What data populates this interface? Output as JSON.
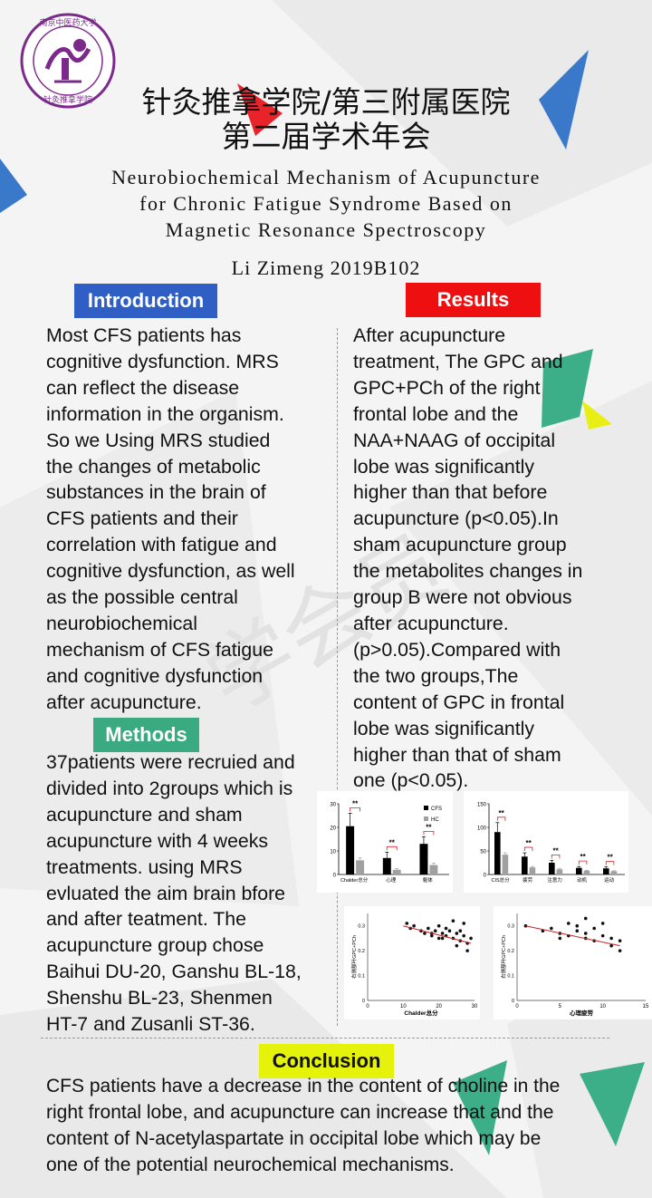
{
  "header": {
    "logo_icon": "university-seal-icon",
    "logo_text_top": "南京中医药大学",
    "logo_text_bottom": "针灸推拿学院",
    "title_cn_line1": "针灸推拿学院/第三附属医院",
    "title_cn_line2": "第二届学术年会",
    "title_en_line1": "Neurobiochemical Mechanism of Acupuncture",
    "title_en_line2": "for Chronic Fatigue Syndrome Based on",
    "title_en_line3": "Magnetic Resonance Spectroscopy",
    "author": "Li Zimeng 2019B102"
  },
  "introduction": {
    "label": "Introduction",
    "color": "#2f5fc4",
    "lines": [
      "Most CFS patients has",
      "cognitive dysfunction. MRS",
      "can reflect the disease",
      "information in the organism.",
      "So we Using MRS studied",
      "the changes of metabolic",
      "substances in the brain of",
      "CFS patients and their",
      "correlation with fatigue and",
      "cognitive dysfunction, as well",
      "as the possible central",
      "neurobiochemical",
      "mechanism of CFS fatigue",
      "and cognitive dysfunction",
      "after acupuncture."
    ]
  },
  "methods": {
    "label": "Methods",
    "color": "#3aaa82",
    "lines": [
      "37patients were recruied and",
      "divided into 2groups which is",
      "acupuncture and sham",
      "acupuncture with 4 weeks",
      "treatments. using MRS",
      "evluated the aim brain bfore",
      "and after teatment. The",
      "acupuncture group chose",
      "Baihui DU-20, Ganshu BL-18,",
      "Shenshu BL-23, Shenmen",
      "HT-7 and Zusanli ST-36."
    ]
  },
  "results": {
    "label": "Results",
    "color": "#ee1010",
    "lines": [
      "After acupuncture",
      "treatment, The GPC and",
      "GPC+PCh of the right",
      "frontal lobe and the",
      "NAA+NAAG of occipital",
      "lobe was significantly",
      "higher than that before",
      "acupuncture (p<0.05).In",
      "sham acupuncture group",
      "the metabolites changes in",
      "group B were not obvious",
      "after acupuncture.",
      "(p>0.05).Compared with",
      "the two groups,The",
      "content of GPC in frontal",
      "lobe was significantly",
      "higher than that of sham",
      "one (p<0.05)."
    ]
  },
  "conclusion": {
    "label": "Conclusion",
    "color": "#e5f20a",
    "lines": [
      "CFS patients have a decrease in the content of choline in the",
      "right frontal lobe, and acupuncture can increase that and the",
      "content of N-acetylaspartate in occipital lobe which may be",
      "one of the potential neurochemical mechanisms."
    ]
  },
  "chart_data": [
    {
      "type": "bar",
      "categories": [
        "Chalder总分",
        "心理",
        "躯体"
      ],
      "series": [
        {
          "name": "CFS",
          "values": [
            20.5,
            7,
            13
          ],
          "errors": [
            5.5,
            2.5,
            3
          ],
          "color": "#000000"
        },
        {
          "name": "HC",
          "values": [
            6,
            2,
            4
          ],
          "errors": [
            1,
            0.5,
            0.8
          ],
          "color": "#a0a0a0"
        }
      ],
      "significance": [
        "**",
        "**",
        "**"
      ],
      "yticks": [
        0,
        10,
        20,
        30
      ],
      "ylim": [
        0,
        30
      ],
      "legend": "top-right"
    },
    {
      "type": "bar",
      "categories": [
        "CIS总分",
        "疲劳",
        "注意力",
        "动机",
        "运动"
      ],
      "series": [
        {
          "name": "CFS",
          "values": [
            90,
            38,
            25,
            14,
            13
          ],
          "errors": [
            20,
            8,
            5,
            3,
            3
          ],
          "color": "#000000"
        },
        {
          "name": "HC",
          "values": [
            42,
            15,
            11,
            8,
            7
          ],
          "errors": [
            4,
            2,
            2,
            1,
            1
          ],
          "color": "#a0a0a0"
        }
      ],
      "significance": [
        "**",
        "**",
        "**",
        "**",
        "**"
      ],
      "yticks": [
        0,
        50,
        100,
        150
      ],
      "ylim": [
        0,
        150
      ]
    },
    {
      "type": "scatter",
      "xlabel": "Chalder总分",
      "ylabel": "右侧额叶GPC+PCh",
      "xticks": [
        0,
        10,
        20,
        30
      ],
      "yticks": [
        0,
        0.1,
        0.2,
        0.3
      ],
      "xlim": [
        0,
        30
      ],
      "ylim": [
        0,
        0.35
      ],
      "points": [
        [
          11,
          0.31
        ],
        [
          12,
          0.29
        ],
        [
          13,
          0.3
        ],
        [
          15,
          0.28
        ],
        [
          16,
          0.27
        ],
        [
          17,
          0.29
        ],
        [
          18,
          0.26
        ],
        [
          19,
          0.28
        ],
        [
          20,
          0.25
        ],
        [
          20,
          0.3
        ],
        [
          21,
          0.27
        ],
        [
          22,
          0.26
        ],
        [
          22,
          0.29
        ],
        [
          23,
          0.28
        ],
        [
          24,
          0.25
        ],
        [
          24,
          0.32
        ],
        [
          25,
          0.27
        ],
        [
          25,
          0.22
        ],
        [
          26,
          0.24
        ],
        [
          27,
          0.26
        ],
        [
          27,
          0.31
        ],
        [
          28,
          0.23
        ],
        [
          28,
          0.2
        ],
        [
          29,
          0.25
        ],
        [
          26,
          0.28
        ],
        [
          18,
          0.27
        ],
        [
          21,
          0.25
        ]
      ],
      "trend": [
        [
          10,
          0.3
        ],
        [
          29,
          0.23
        ]
      ],
      "trend_color": "#cc2222"
    },
    {
      "type": "scatter",
      "xlabel": "心理疲劳",
      "ylabel": "右侧额叶GPC+PCh",
      "xticks": [
        0,
        5,
        10,
        15
      ],
      "yticks": [
        0,
        0.1,
        0.2,
        0.3
      ],
      "xlim": [
        0,
        15
      ],
      "ylim": [
        0,
        0.35
      ],
      "points": [
        [
          1,
          0.3
        ],
        [
          3,
          0.28
        ],
        [
          4,
          0.29
        ],
        [
          5,
          0.27
        ],
        [
          6,
          0.31
        ],
        [
          6,
          0.26
        ],
        [
          7,
          0.28
        ],
        [
          7,
          0.3
        ],
        [
          8,
          0.25
        ],
        [
          8,
          0.27
        ],
        [
          9,
          0.29
        ],
        [
          9,
          0.24
        ],
        [
          10,
          0.26
        ],
        [
          10,
          0.31
        ],
        [
          11,
          0.25
        ],
        [
          11,
          0.22
        ],
        [
          12,
          0.24
        ],
        [
          12,
          0.2
        ],
        [
          5,
          0.25
        ],
        [
          8,
          0.33
        ]
      ],
      "trend": [
        [
          1,
          0.3
        ],
        [
          12,
          0.22
        ]
      ],
      "trend_color": "#cc2222"
    }
  ]
}
